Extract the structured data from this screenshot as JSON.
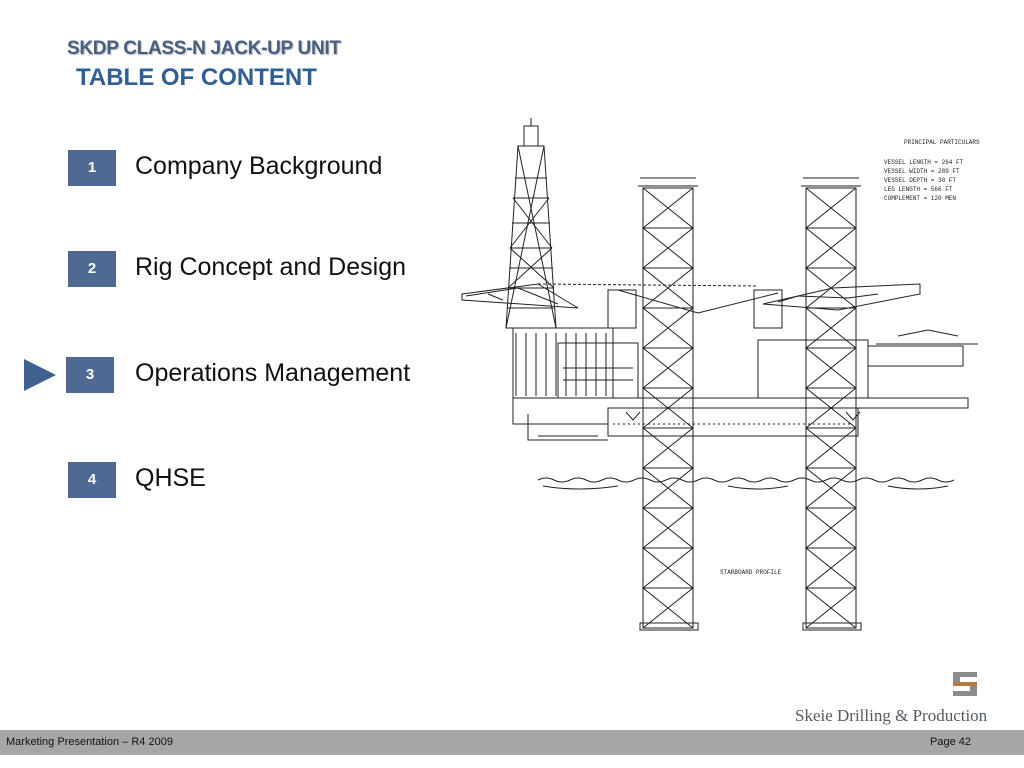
{
  "header": {
    "supertitle": "SKDP CLASS-N JACK-UP UNIT",
    "title": "TABLE OF CONTENT"
  },
  "toc": {
    "items": [
      {
        "number": "1",
        "label": "Company Background"
      },
      {
        "number": "2",
        "label": "Rig Concept and Design"
      },
      {
        "number": "3",
        "label": "Operations Management",
        "current": true
      },
      {
        "number": "4",
        "label": "QHSE"
      }
    ]
  },
  "drawing": {
    "particulars_title": "PRINCIPAL PARTICULARS",
    "particulars": [
      "VESSEL LENGTH  =  264 FT",
      "VESSEL WIDTH   =  289 FT",
      "VESSEL DEPTH   =   30 FT",
      "LEG LENGTH     =  566 FT",
      "COMPLEMENT     =  120 MEN"
    ],
    "caption": "STARBOARD PROFILE"
  },
  "logo": {
    "text": "Skeie Drilling & Production",
    "icon": "skeie-logo-icon"
  },
  "footer": {
    "left": "Marketing Presentation – R4 2009",
    "right": "Page 42"
  },
  "colors": {
    "accent": "#4f6a92",
    "title": "#2f5f93",
    "footer_bg": "#a6a6a6"
  }
}
